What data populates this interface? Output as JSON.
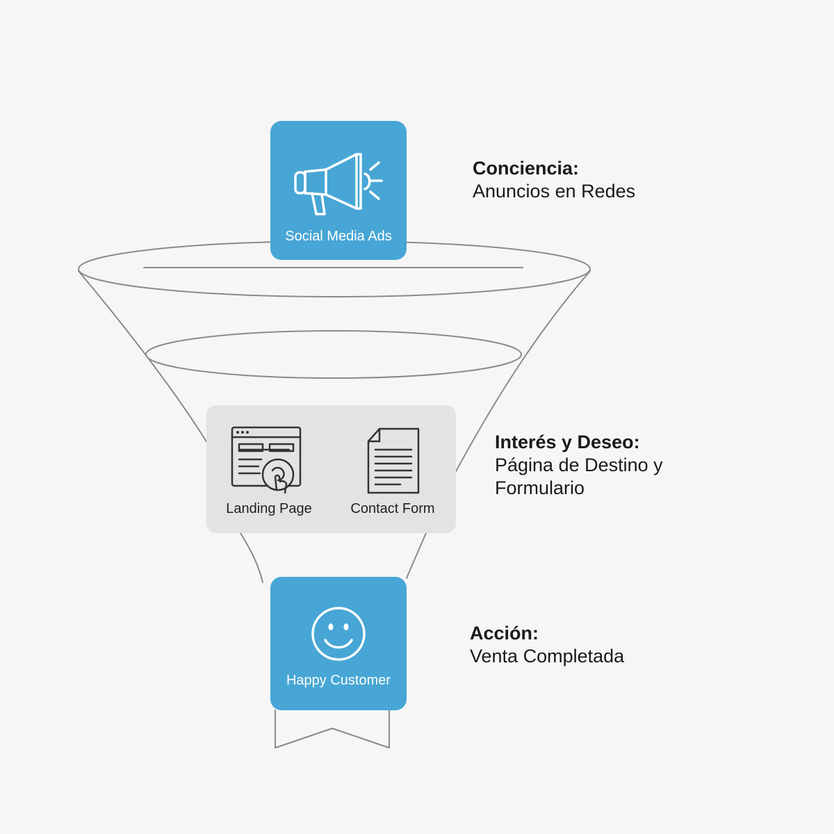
{
  "colors": {
    "tile_blue": "#47a6d5",
    "tile_grey": "#e3e3e3",
    "outline": "#8a8a8a",
    "background": "#f6f6f6"
  },
  "stages": [
    {
      "title": "Conciencia:",
      "description": "Anuncios en Redes",
      "tile_label": "Social Media Ads",
      "icon": "megaphone-icon"
    },
    {
      "title": "Interés y Deseo:",
      "description": "Página de Destino y Formulario",
      "items": [
        {
          "label": "Landing Page",
          "icon": "landing-page-icon"
        },
        {
          "label": "Contact Form",
          "icon": "document-icon"
        }
      ]
    },
    {
      "title": "Acción:",
      "description": "Venta Completada",
      "tile_label": "Happy Customer",
      "icon": "smiley-face-icon"
    }
  ]
}
